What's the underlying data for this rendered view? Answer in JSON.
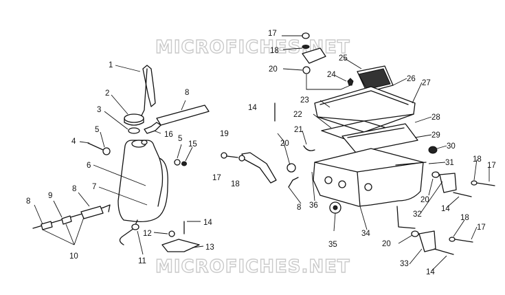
{
  "watermarks": [
    "MICROFICHES.NET",
    "MICROFICHES.NET"
  ],
  "callouts": [
    "1",
    "2",
    "3",
    "4",
    "5",
    "6",
    "7",
    "8",
    "9",
    "10",
    "11",
    "12",
    "13",
    "14",
    "15",
    "16",
    "17",
    "18",
    "19",
    "20",
    "21",
    "22",
    "23",
    "24",
    "25",
    "26",
    "27",
    "28",
    "29",
    "30",
    "31",
    "32",
    "33",
    "34",
    "35",
    "36"
  ]
}
